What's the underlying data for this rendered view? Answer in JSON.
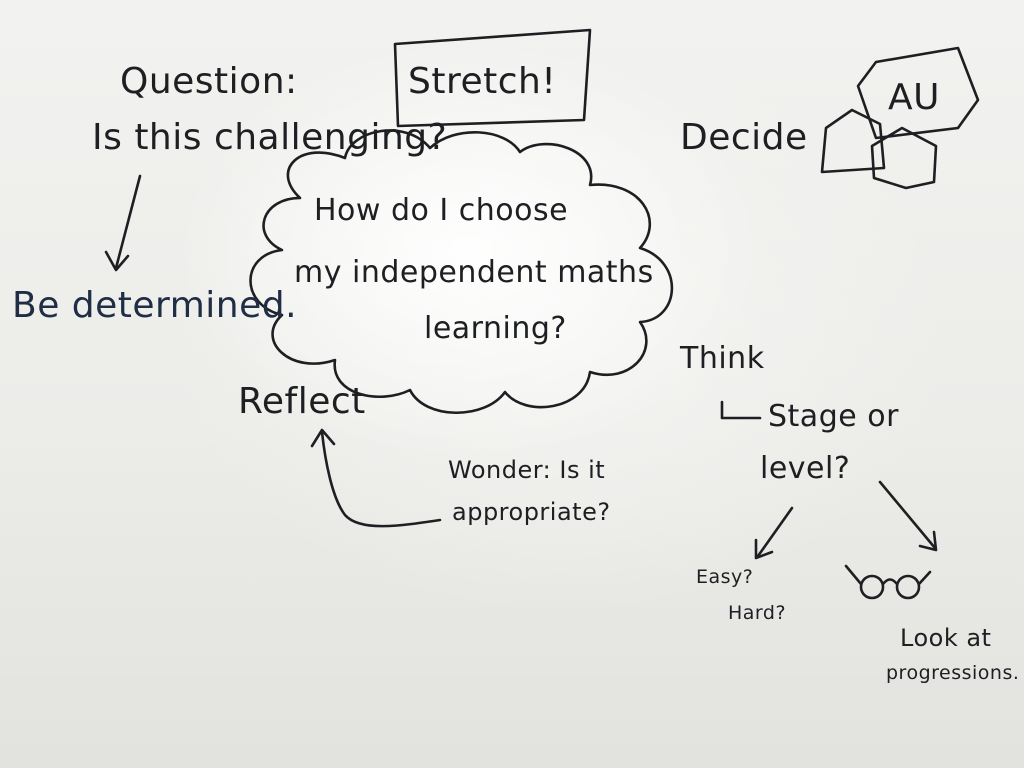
{
  "board": {
    "background_color": "#f0f0ee",
    "ink_color": "#1e1f22",
    "ink_blue": "#1f2d45"
  },
  "texts": {
    "question": "Question:",
    "challenging": "Is this challenging?",
    "determined": "Be determined.",
    "stretch": "Stretch!",
    "decide": "Decide",
    "au": "AU",
    "cloud_line1": "How do I choose",
    "cloud_line2": "my independent maths",
    "cloud_line3": "learning?",
    "reflect": "Reflect",
    "wonder_line1": "Wonder: Is it",
    "wonder_line2": "appropriate?",
    "think": "Think",
    "stage_line1": "Stage or",
    "stage_line2": "level?",
    "easy": "Easy?",
    "hard": "Hard?",
    "look_line1": "Look at",
    "look_line2": "progressions."
  },
  "icons": {
    "glasses": "glasses-icon",
    "arrow_return": "return-arrow-icon"
  }
}
